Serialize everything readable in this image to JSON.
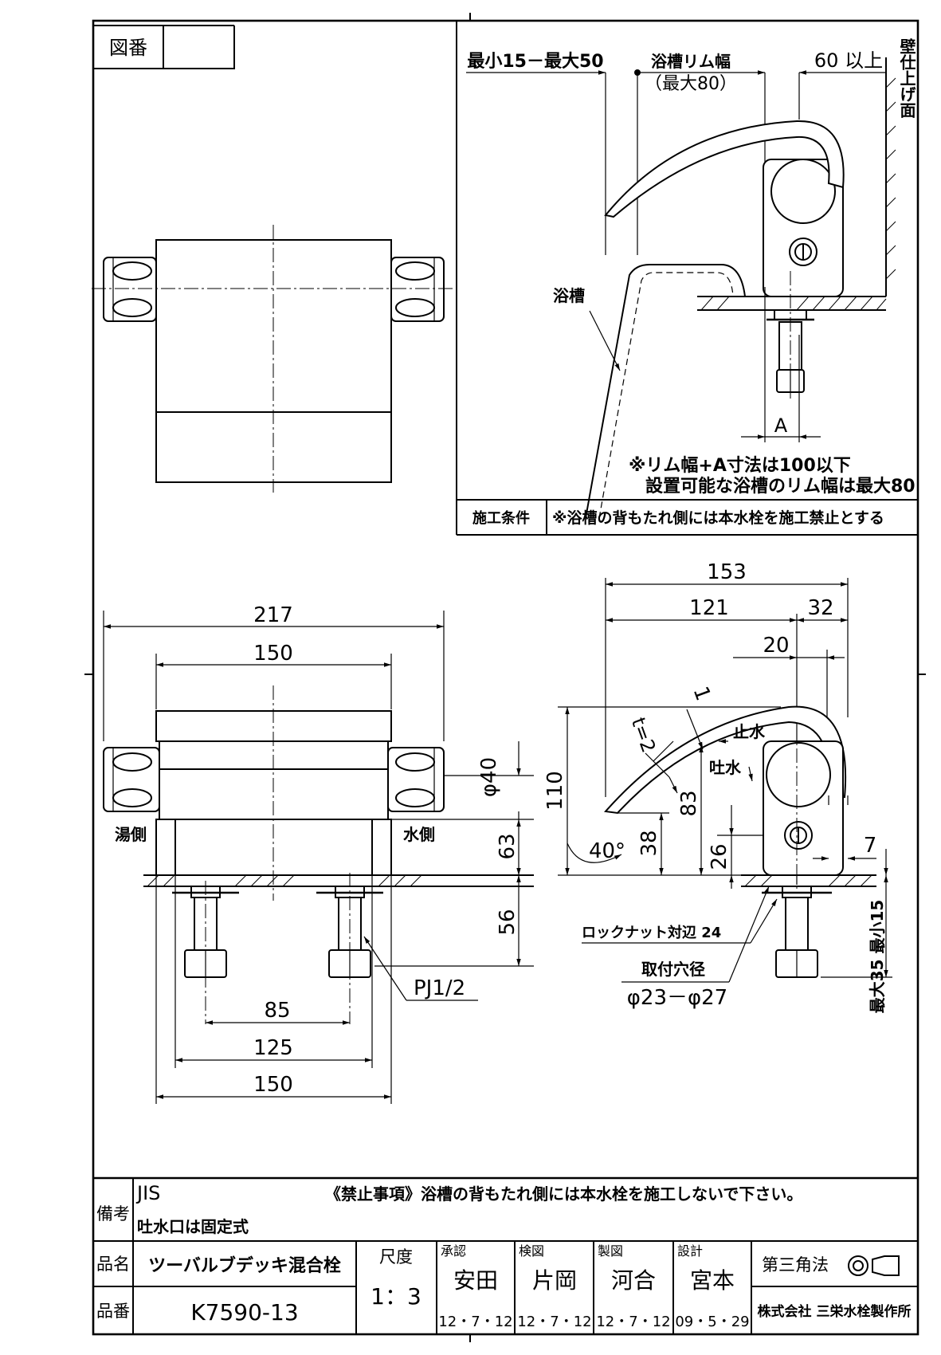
{
  "title_block": {
    "drawing_no_label": "図番",
    "drawing_no_value": "",
    "remarks_label": "備考",
    "remark_jis": "JIS",
    "remark_fixed_spout": "吐水口は固定式",
    "prohibition": "《禁止事項》浴槽の背もたれ側には本水栓を施工しないで下さい。",
    "product_name_label": "品名",
    "product_name": "ツーバルブデッキ混合栓",
    "product_no_label": "品番",
    "product_no": "K7590-13",
    "scale_label": "尺度",
    "scale": "1：3",
    "approve_label": "承認",
    "approve_name": "安田",
    "approve_date": "12・7・12",
    "check_label": "検図",
    "check_name": "片岡",
    "check_date": "12・7・12",
    "draw_label": "製図",
    "draw_name": "河合",
    "draw_date": "12・7・12",
    "design_label": "設計",
    "design_name": "宮本",
    "design_date": "09・5・29",
    "projection": "第三角法",
    "company": "株式会社 三栄水栓製作所"
  },
  "install_view": {
    "dim_min_max": "最小15－最大50",
    "dim_rim_width": "浴槽リム幅",
    "dim_rim_max": "（最大80）",
    "dim_60": "60 以上",
    "wall_label": "壁仕上げ面",
    "tub_label": "浴槽",
    "dim_a": "A",
    "note_1": "※リム幅+A寸法は100以下",
    "note_2": "設置可能な浴槽のリム幅は最大80",
    "condition_label": "施工条件",
    "condition_text": "※浴槽の背もたれ側には本水栓を施工禁止とする"
  },
  "front_view": {
    "dim_217": "217",
    "dim_150_top": "150",
    "hot_side": "湯側",
    "cold_side": "水側",
    "dim_phi40": "φ40",
    "dim_63": "63",
    "dim_56": "56",
    "pj": "PJ1/2",
    "dim_85": "85",
    "dim_125": "125",
    "dim_150_bottom": "150"
  },
  "side_view": {
    "dim_153": "153",
    "dim_121": "121",
    "dim_32": "32",
    "dim_20": "20",
    "dim_1": "1",
    "dim_t2": "t=2",
    "stop_water": "止水",
    "spout_water": "吐水",
    "dim_110": "110",
    "dim_83": "83",
    "dim_38": "38",
    "dim_26": "26",
    "dim_7": "7",
    "dim_40deg": "40°",
    "lock_nut": "ロックナット対辺 24",
    "mount_hole": "取付穴径",
    "mount_hole_dim": "φ23－φ27",
    "max35_min15": "最大35 最小15"
  }
}
